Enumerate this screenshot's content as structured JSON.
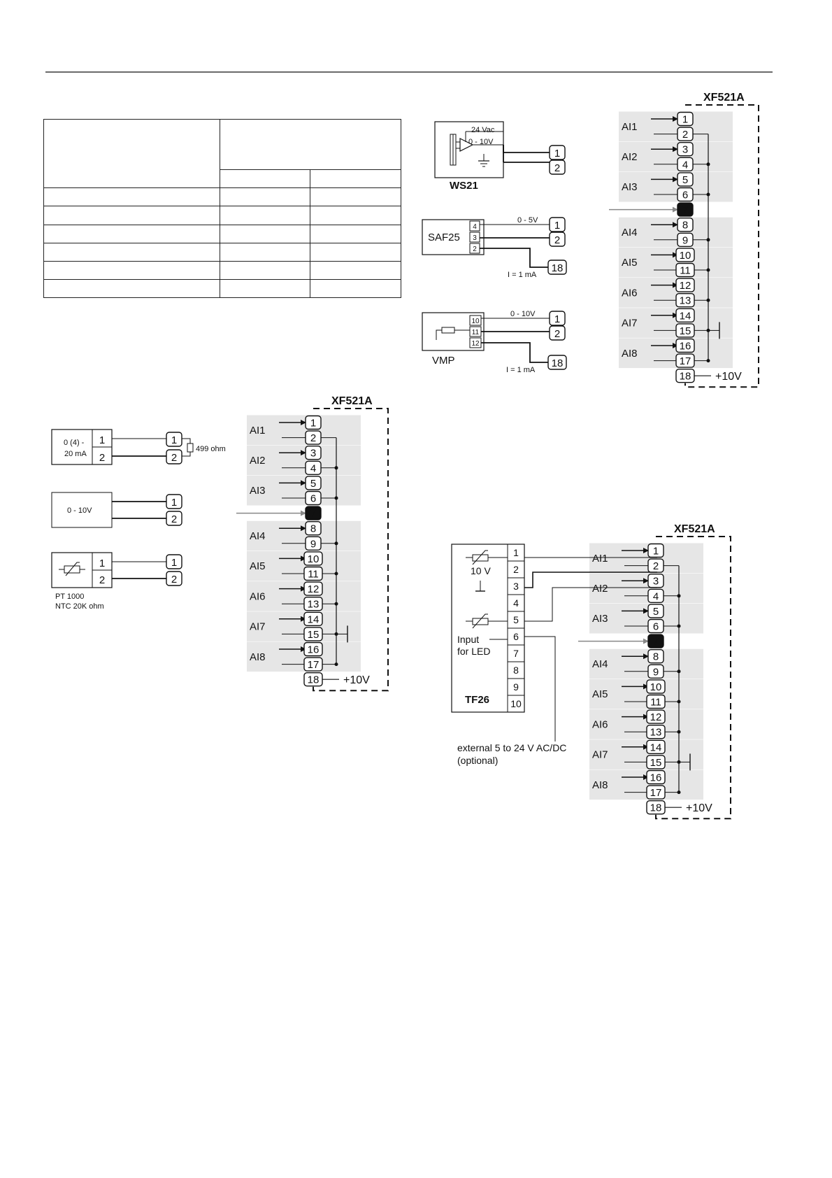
{
  "xf_panels": [
    {
      "title": "XF521A",
      "groups": [
        {
          "label": "AI1",
          "pins": [
            1,
            2
          ]
        },
        {
          "label": "AI2",
          "pins": [
            3,
            4
          ]
        },
        {
          "label": "AI3",
          "pins": [
            5,
            6
          ]
        },
        {
          "label": "AI4",
          "pins": [
            8,
            9
          ]
        },
        {
          "label": "AI5",
          "pins": [
            10,
            11
          ]
        },
        {
          "label": "AI6",
          "pins": [
            12,
            13
          ]
        },
        {
          "label": "AI7",
          "pins": [
            14,
            15
          ]
        },
        {
          "label": "AI8",
          "pins": [
            16,
            17
          ]
        }
      ],
      "special_pin": 7,
      "supply_pin": 18,
      "supply_label": "+10V"
    },
    {
      "title": "XF521A",
      "groups": [
        {
          "label": "AI1",
          "pins": [
            1,
            2
          ]
        },
        {
          "label": "AI2",
          "pins": [
            3,
            4
          ]
        },
        {
          "label": "AI3",
          "pins": [
            5,
            6
          ]
        },
        {
          "label": "AI4",
          "pins": [
            8,
            9
          ]
        },
        {
          "label": "AI5",
          "pins": [
            10,
            11
          ]
        },
        {
          "label": "AI6",
          "pins": [
            12,
            13
          ]
        },
        {
          "label": "AI7",
          "pins": [
            14,
            15
          ]
        },
        {
          "label": "AI8",
          "pins": [
            16,
            17
          ]
        }
      ],
      "special_pin": 7,
      "supply_pin": 18,
      "supply_label": "+10V"
    },
    {
      "title": "XF521A",
      "groups": [
        {
          "label": "AI1",
          "pins": [
            1,
            2
          ]
        },
        {
          "label": "AI2",
          "pins": [
            3,
            4
          ]
        },
        {
          "label": "AI3",
          "pins": [
            5,
            6
          ]
        },
        {
          "label": "AI4",
          "pins": [
            8,
            9
          ]
        },
        {
          "label": "AI5",
          "pins": [
            10,
            11
          ]
        },
        {
          "label": "AI6",
          "pins": [
            12,
            13
          ]
        },
        {
          "label": "AI7",
          "pins": [
            14,
            15
          ]
        },
        {
          "label": "AI8",
          "pins": [
            16,
            17
          ]
        }
      ],
      "special_pin": 7,
      "supply_pin": 18,
      "supply_label": "+10V"
    }
  ],
  "ws21": {
    "name": "WS21",
    "supply": "24 Vac",
    "output": "0 - 10V",
    "terminals": [
      "1",
      "2"
    ]
  },
  "saf25": {
    "name": "SAF25",
    "pins": [
      "4",
      "3",
      "2"
    ],
    "signal": "0 - 5V",
    "current": "I = 1 mA",
    "terminals": [
      "1",
      "2",
      "18"
    ]
  },
  "vmp": {
    "name": "VMP",
    "pins": [
      "10",
      "11",
      "12"
    ],
    "signal": "0 - 10V",
    "current": "I = 1 mA",
    "terminals": [
      "1",
      "2",
      "18"
    ]
  },
  "current_input": {
    "label_line1": "0 (4) -",
    "label_line2": "20 mA",
    "pins": [
      "1",
      "2"
    ],
    "terminals": [
      "1",
      "2"
    ],
    "resistor": "499 ohm"
  },
  "voltage_input": {
    "label": "0 - 10V",
    "terminals": [
      "1",
      "2"
    ]
  },
  "thermistor_input": {
    "pins": [
      "1",
      "2"
    ],
    "terminals": [
      "1",
      "2"
    ],
    "caption_line1": "PT 1000",
    "caption_line2": "NTC 20K ohm"
  },
  "tf26": {
    "name": "TF26",
    "pins": [
      "1",
      "2",
      "3",
      "4",
      "5",
      "6",
      "7",
      "8",
      "9",
      "10"
    ],
    "supply_label": "10 V",
    "led_line1": "Input",
    "led_line2": "for LED",
    "external_line1": "external 5 to 24 V AC/DC",
    "external_line2": "(optional)"
  }
}
